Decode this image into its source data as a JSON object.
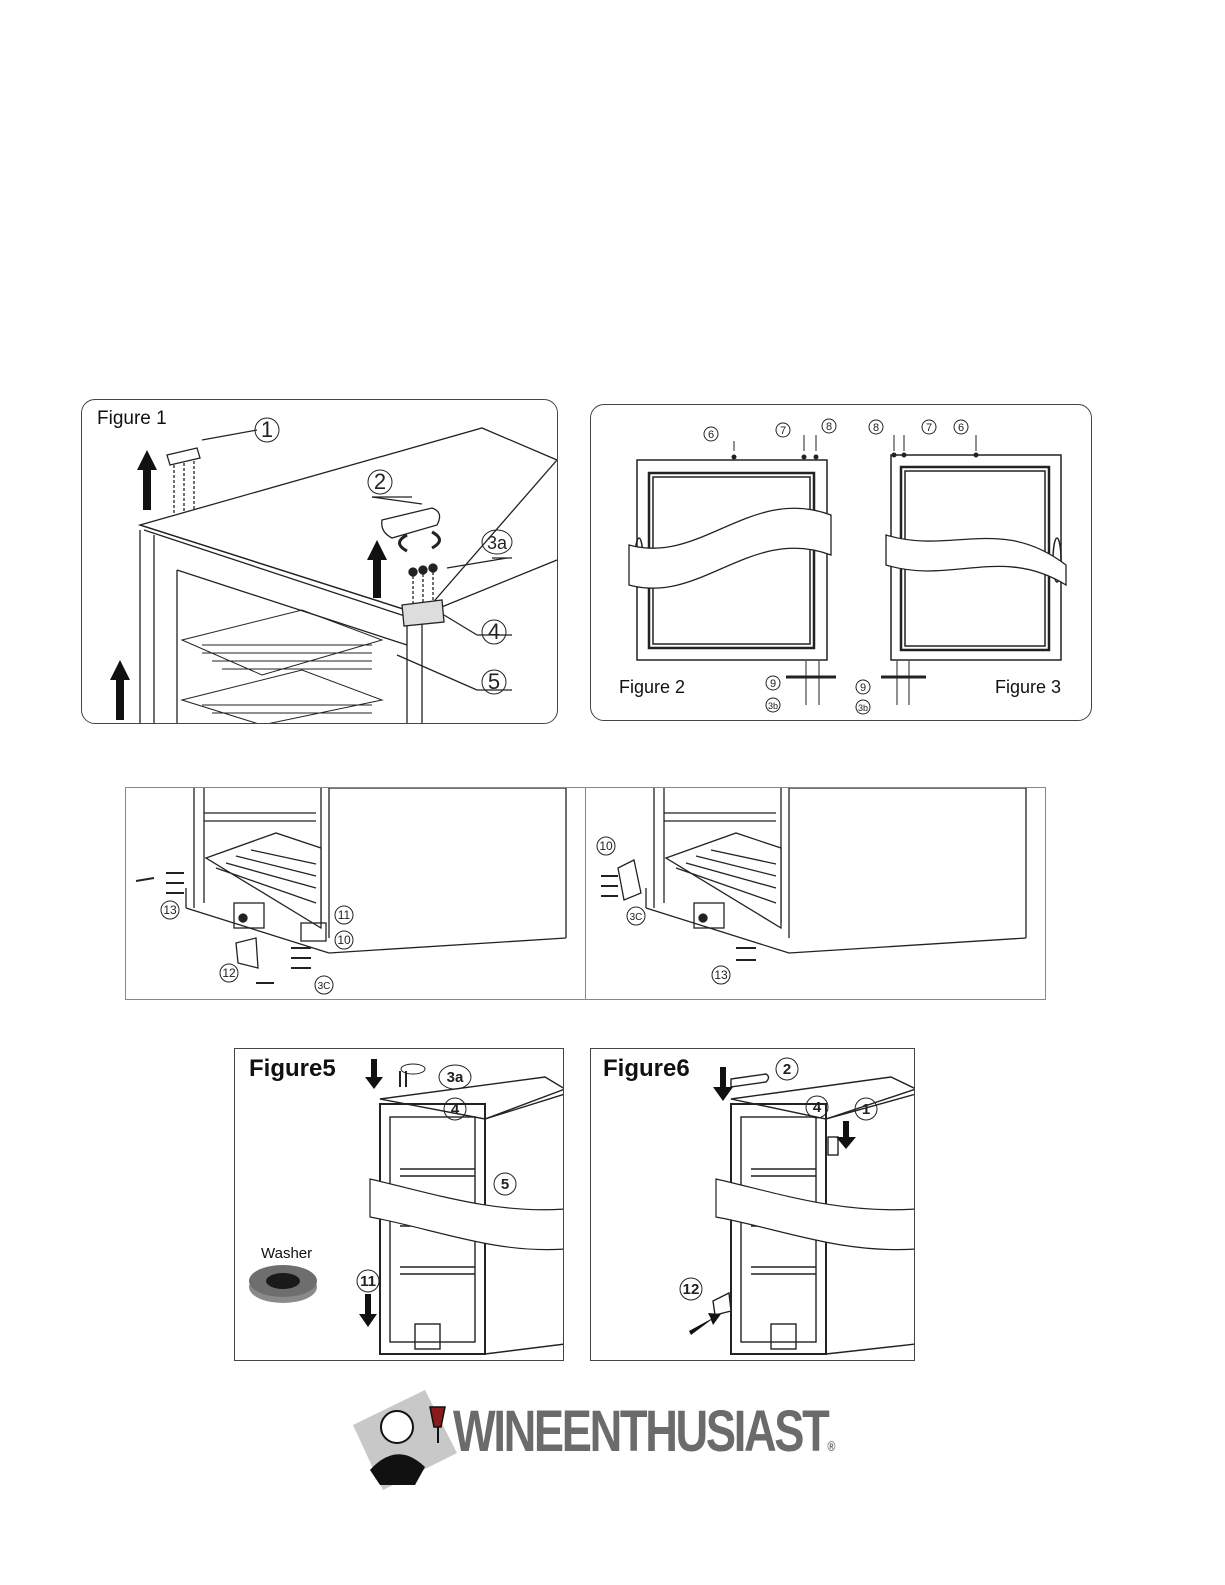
{
  "figures": {
    "fig1": {
      "title": "Figure 1",
      "labels": [
        "1",
        "2",
        "3a",
        "4",
        "5"
      ]
    },
    "fig2": {
      "title": "Figure 2",
      "labels": [
        "6",
        "7",
        "8",
        "9",
        "3b"
      ]
    },
    "fig3": {
      "title": "Figure 3",
      "labels": [
        "8",
        "7",
        "6",
        "9",
        "3b"
      ]
    },
    "fig4a": {
      "labels": [
        "13",
        "11",
        "10",
        "12",
        "3C"
      ]
    },
    "fig4b": {
      "labels": [
        "10",
        "3C",
        "13"
      ]
    },
    "fig5": {
      "title": "Figure5",
      "labels": [
        "3a",
        "4",
        "5",
        "11"
      ],
      "washer_label": "Washer"
    },
    "fig6": {
      "title": "Figure6",
      "labels": [
        "2",
        "4",
        "1",
        "12"
      ]
    }
  },
  "logo": {
    "word1": "WINE",
    "word2": "ENTHUSIAST",
    "mark": "®"
  },
  "colors": {
    "line": "#222222",
    "panel_border": "#444444",
    "logo_gray": "#6b6b6b",
    "washer_dark": "#1a1a1a",
    "washer_gray": "#8a8a8a"
  }
}
